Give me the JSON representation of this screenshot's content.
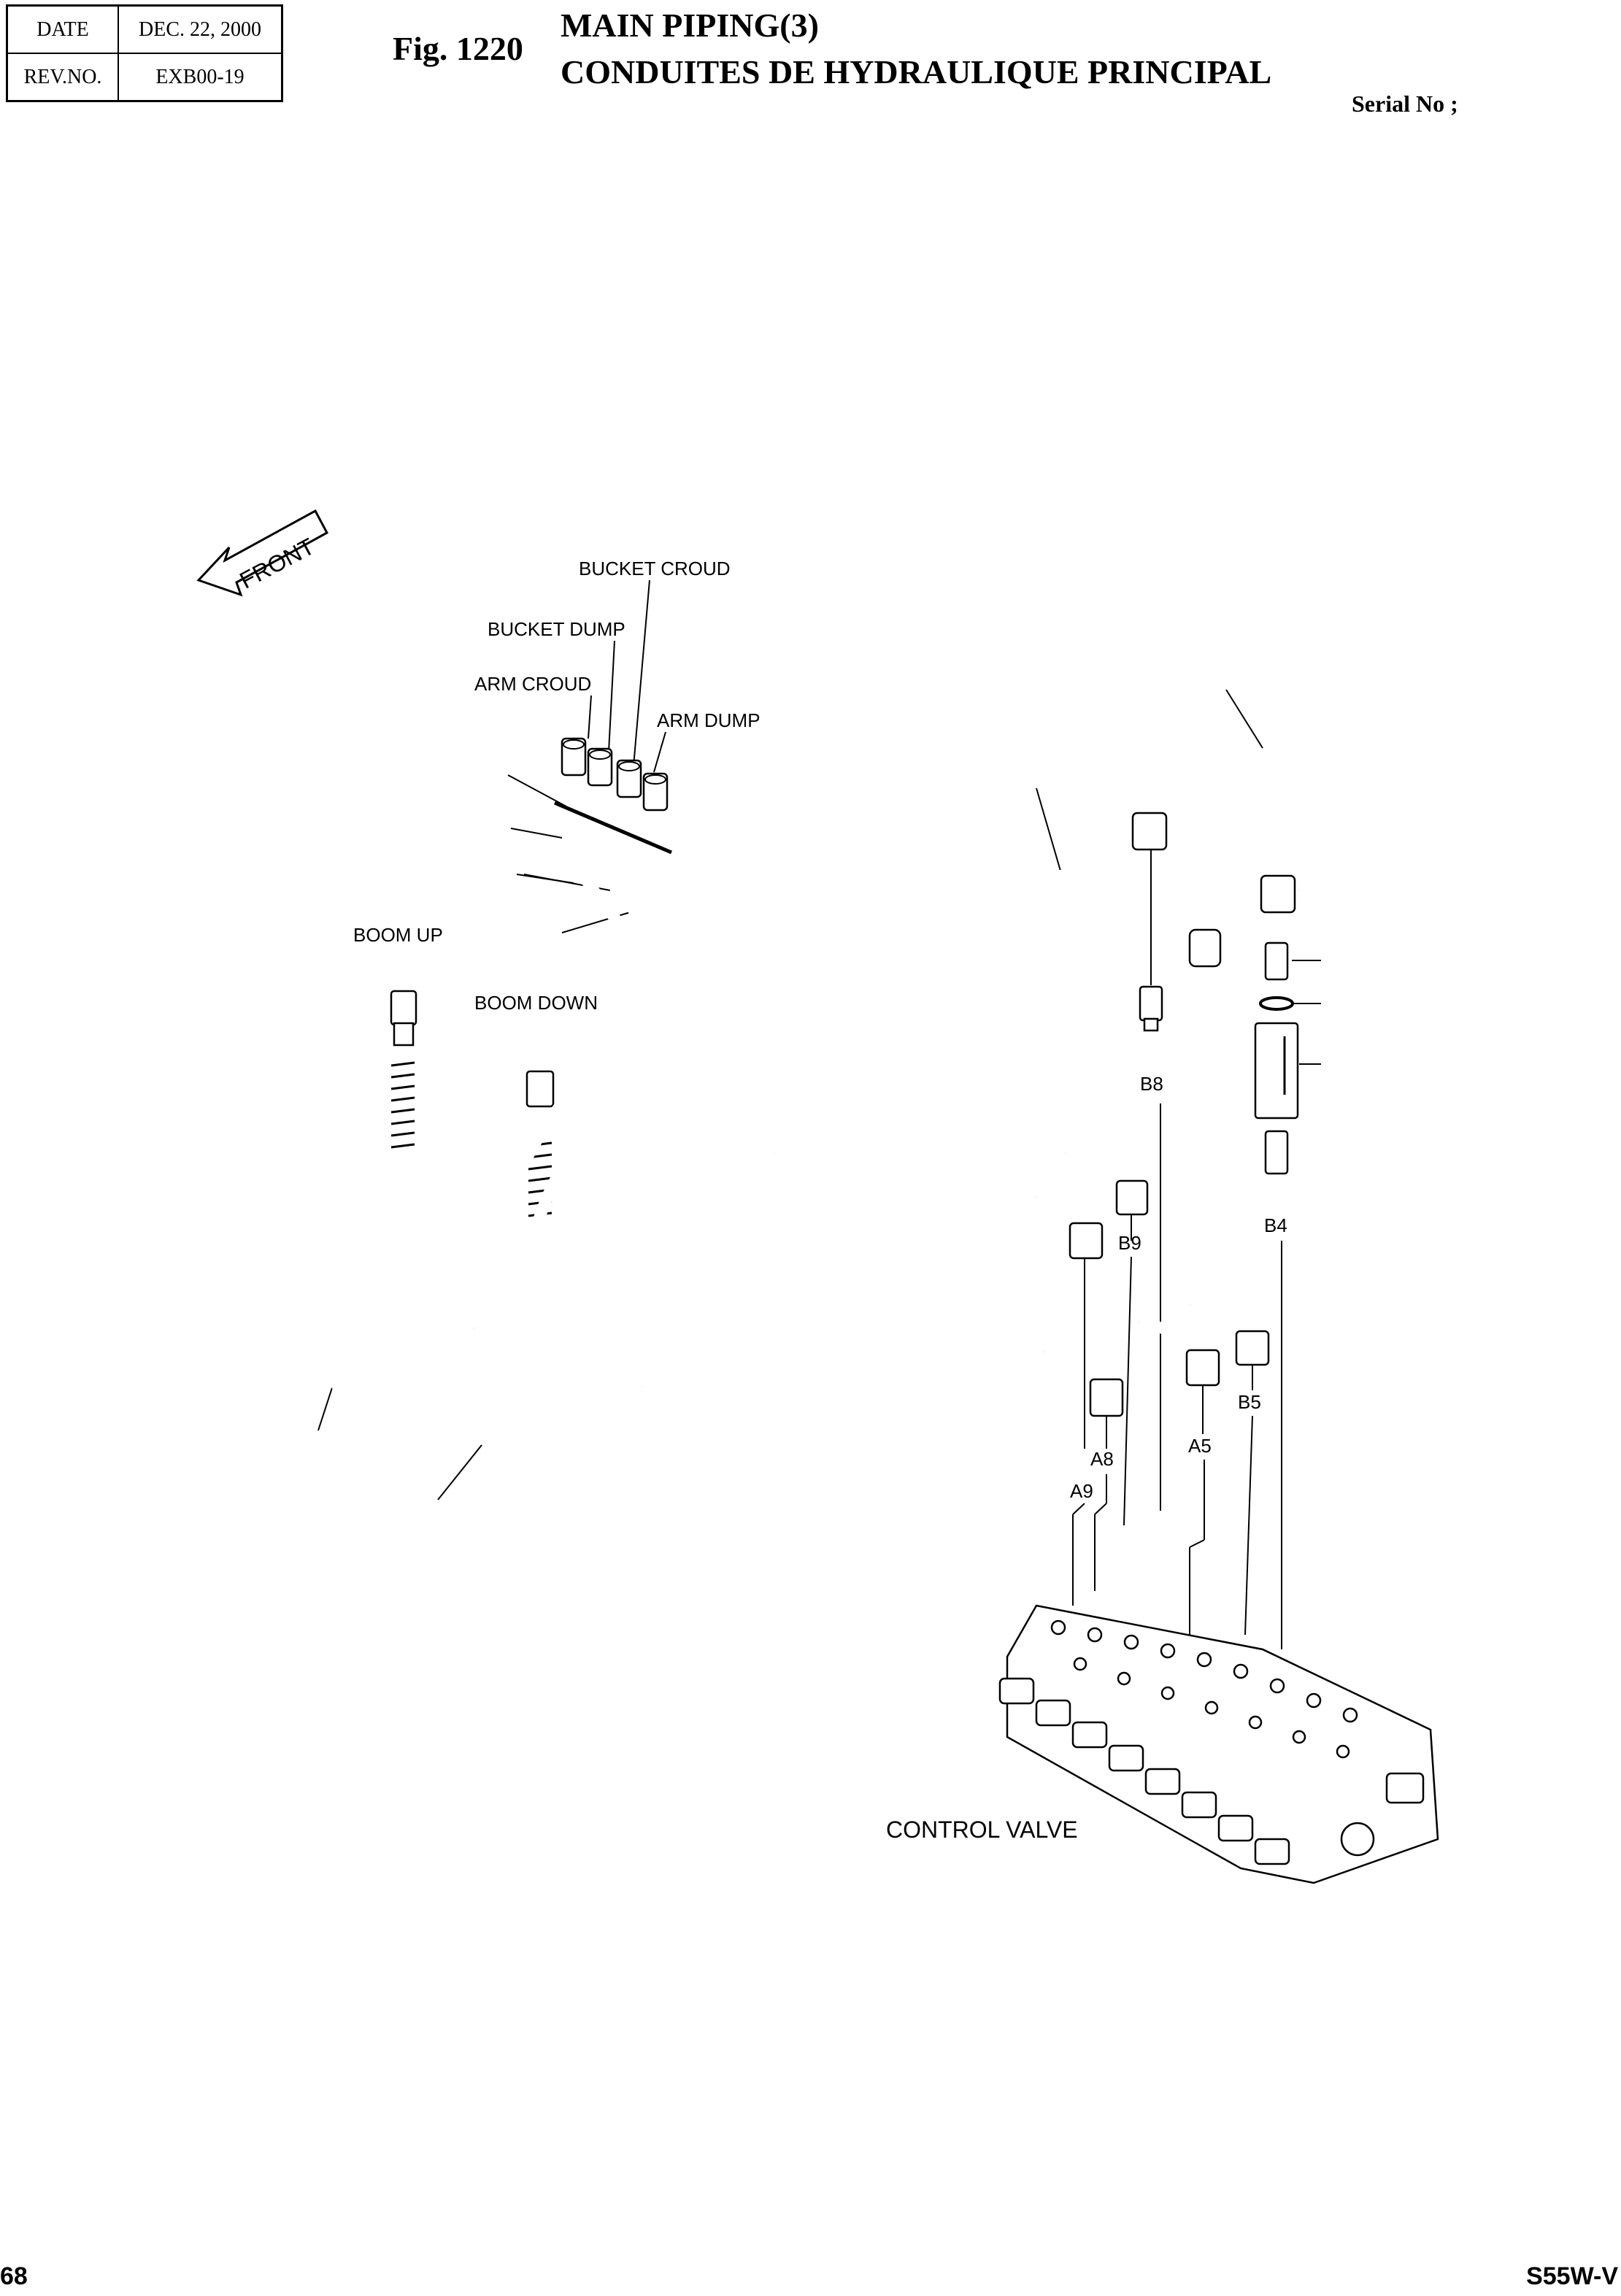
{
  "header": {
    "date_label": "DATE",
    "date_value": "DEC. 22, 2000",
    "rev_label": "REV.NO.",
    "rev_value": "EXB00-19",
    "fig_no": "Fig. 1220",
    "title_en": "MAIN PIPING(3)",
    "title_fr": "CONDUITES DE HYDRAULIQUE PRINCIPAL",
    "serial": "Serial No ;"
  },
  "diagram": {
    "front_label": "FRONT",
    "labels": {
      "bucket_croud": "BUCKET CROUD",
      "bucket_dump": "BUCKET DUMP",
      "arm_croud": "ARM CROUD",
      "arm_dump": "ARM DUMP",
      "boom_up": "BOOM UP",
      "boom_down": "BOOM DOWN",
      "b8": "B8",
      "b4": "B4",
      "b9": "B9",
      "b5": "B5",
      "a5": "A5",
      "a8": "A8",
      "a9": "A9",
      "control_valve": "CONTROL VALVE"
    }
  },
  "footer": {
    "page": "68",
    "model": "S55W-V"
  }
}
